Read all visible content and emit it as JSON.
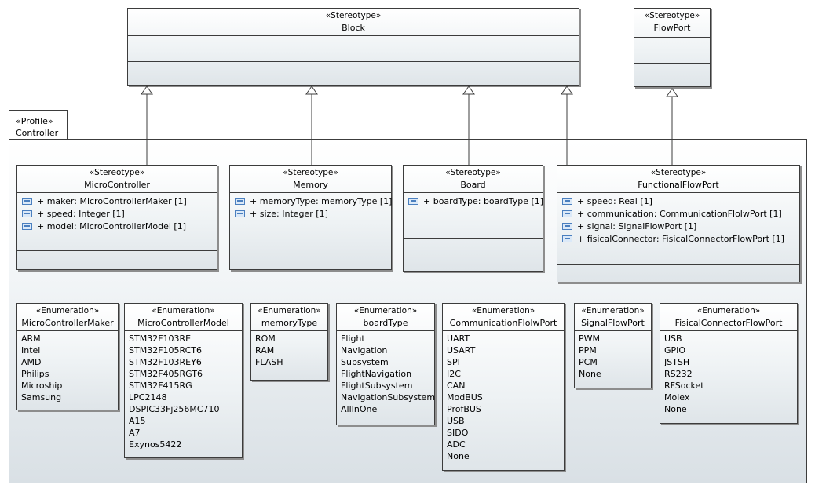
{
  "package": {
    "stereotype": "«Profile»",
    "name": "Controller"
  },
  "block": {
    "stereotype": "«Stereotype»",
    "name": "Block"
  },
  "flowport": {
    "stereotype": "«Stereotype»",
    "name": "FlowPort"
  },
  "stereotypes": [
    {
      "stereotype": "«Stereotype»",
      "name": "MicroController",
      "attributes": [
        "+ maker: MicroControllerMaker [1]",
        "+ speed: Integer [1]",
        "+ model: MicroControllerModel [1]"
      ]
    },
    {
      "stereotype": "«Stereotype»",
      "name": "Memory",
      "attributes": [
        "+ memoryType: memoryType [1]",
        "+ size: Integer [1]"
      ]
    },
    {
      "stereotype": "«Stereotype»",
      "name": "Board",
      "attributes": [
        "+ boardType: boardType [1]"
      ]
    },
    {
      "stereotype": "«Stereotype»",
      "name": "FunctionalFlowPort",
      "attributes": [
        "+ speed: Real [1]",
        "+ communication: CommunicationFlolwPort [1]",
        "+ signal: SignalFlowPort [1]",
        "+ fisicalConnector: FisicalConnectorFlowPort [1]"
      ]
    }
  ],
  "enumerations": [
    {
      "stereotype": "«Enumeration»",
      "name": "MicroControllerMaker",
      "literals": [
        "ARM",
        "Intel",
        "AMD",
        "Philips",
        "Microship",
        "Samsung"
      ]
    },
    {
      "stereotype": "«Enumeration»",
      "name": "MicroControllerModel",
      "literals": [
        "STM32F103RE",
        "STM32F105RCT6",
        "STM32F103REY6",
        "STM32F405RGT6",
        "STM32F415RG",
        "LPC2148",
        "DSPIC33Fj256MC710",
        "A15",
        "A7",
        "Exynos5422"
      ]
    },
    {
      "stereotype": "«Enumeration»",
      "name": "memoryType",
      "literals": [
        "ROM",
        "RAM",
        "FLASH"
      ]
    },
    {
      "stereotype": "«Enumeration»",
      "name": "boardType",
      "literals": [
        "Flight",
        "Navigation",
        "Subsystem",
        "FlightNavigation",
        "FlightSubsystem",
        "NavigationSubsystem",
        "AllInOne"
      ]
    },
    {
      "stereotype": "«Enumeration»",
      "name": "CommunicationFlolwPort",
      "literals": [
        "UART",
        "USART",
        "SPI",
        "I2C",
        "CAN",
        "ModBUS",
        "ProfBUS",
        "USB",
        "SIDO",
        "ADC",
        "None"
      ]
    },
    {
      "stereotype": "«Enumeration»",
      "name": "SignalFlowPort",
      "literals": [
        "PWM",
        "PPM",
        "PCM",
        "None"
      ]
    },
    {
      "stereotype": "«Enumeration»",
      "name": "FisicalConnectorFlowPort",
      "literals": [
        "USB",
        "GPIO",
        "JSTSH",
        "RS232",
        "RFSocket",
        "Molex",
        "None"
      ]
    }
  ],
  "colors": {
    "border": "#3c3c3c",
    "icon": "#4a7fbf"
  }
}
